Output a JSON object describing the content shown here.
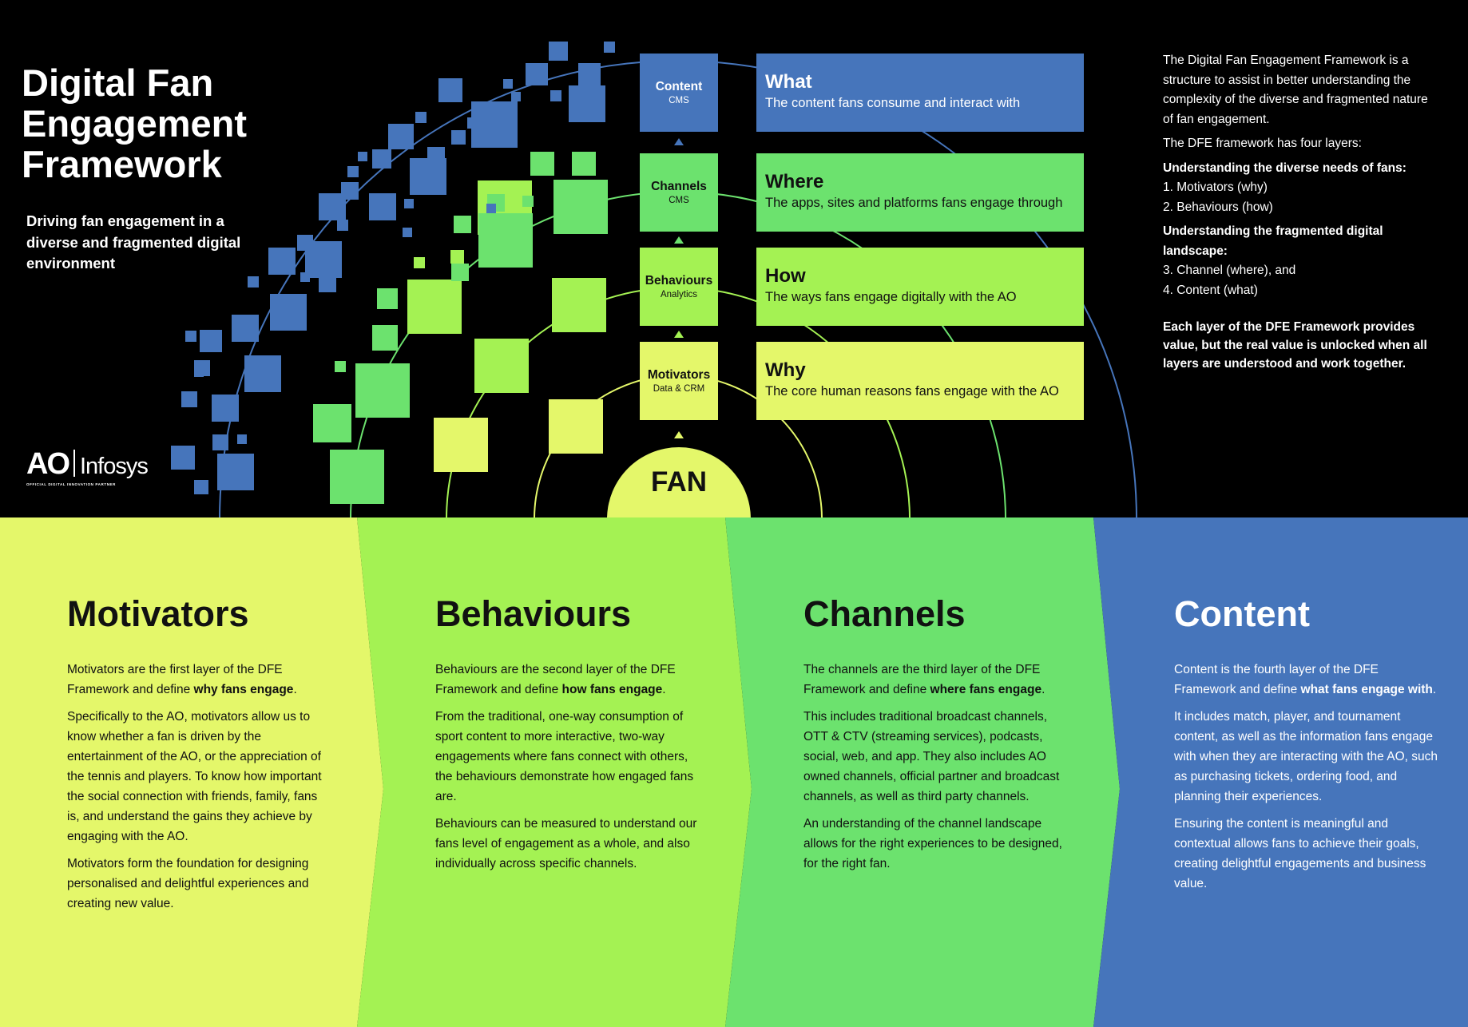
{
  "header": {
    "title": "Digital Fan Engagement Framework",
    "subtitle": "Driving fan engagement in a diverse and fragmented digital environment"
  },
  "logo": {
    "brand": "AO",
    "partner_name": "Infosys",
    "partner_tagline": "OFFICIAL DIGITAL INNOVATION PARTNER"
  },
  "colors": {
    "background": "#000000",
    "content_blue": "#4675bb",
    "channels_green": "#6ce26e",
    "behaviours_green": "#a4f253",
    "motivators_yellow": "#e4f76a"
  },
  "diagram": {
    "fan_label": "FAN",
    "layers": [
      {
        "name": "Content",
        "system": "CMS",
        "question": "What",
        "description": "The content fans consume and interact with"
      },
      {
        "name": "Channels",
        "system": "CMS",
        "question": "Where",
        "description": "The apps, sites and platforms fans engage through"
      },
      {
        "name": "Behaviours",
        "system": "Analytics",
        "question": "How",
        "description": "The ways fans engage digitally with the AO"
      },
      {
        "name": "Motivators",
        "system": "Data & CRM",
        "question": "Why",
        "description": "The core human reasons fans engage with the AO"
      }
    ]
  },
  "intro": {
    "p1": "The Digital Fan Engagement Framework is a structure to assist in better understanding the complexity of the diverse and fragmented nature of fan engagement.",
    "p2": "The DFE framework has four layers:",
    "h1": "Understanding the diverse needs of fans:",
    "l1": "1. Motivators (why)",
    "l2": "2. Behaviours (how)",
    "h2": "Understanding the fragmented digital landscape:",
    "l3": "3. Channel (where), and",
    "l4": "4. Content (what)",
    "closing": "Each layer of the DFE Framework provides value, but the real value is unlocked when all layers are understood and work together."
  },
  "panels": {
    "motivators": {
      "title": "Motivators",
      "p1_a": "Motivators are the first layer of the DFE Framework and define ",
      "p1_b": "why fans engage",
      "p1_c": ".",
      "p2": "Specifically to the AO, motivators allow us to know whether a fan is driven by the entertainment of the AO, or the appreciation of the tennis and players. To know how important the social connection with friends, family, fans is, and understand the gains they achieve by engaging with the AO.",
      "p3": "Motivators form the foundation for designing personalised and delightful experiences and creating new value."
    },
    "behaviours": {
      "title": "Behaviours",
      "p1_a": "Behaviours are the second layer of the DFE Framework and define ",
      "p1_b": "how fans engage",
      "p1_c": ".",
      "p2": "From the traditional, one-way consumption of sport content to more interactive, two-way engagements where fans connect with others, the behaviours demonstrate how engaged fans are.",
      "p3": "Behaviours can be measured to understand our fans level of engagement as a whole, and also individually across specific channels."
    },
    "channels": {
      "title": "Channels",
      "p1_a": "The channels are the third layer of the DFE Framework and define ",
      "p1_b": "where fans engage",
      "p1_c": ".",
      "p2": "This includes traditional broadcast channels, OTT & CTV (streaming services), podcasts, social, web, and app. They also includes AO owned channels, official partner and broadcast channels, as well as third party channels.",
      "p3": "An understanding of the channel landscape allows for the right experiences to be designed, for the right fan."
    },
    "content": {
      "title": "Content",
      "p1_a": "Content is the fourth layer of the DFE Framework and define ",
      "p1_b": "what fans engage with",
      "p1_c": ".",
      "p2": "It includes match, player, and tournament content, as well as the information fans engage with when they are interacting with the AO, such as purchasing tickets, ordering food, and planning their experiences.",
      "p3": "Ensuring the content is meaningful and contextual allows fans to achieve their goals, creating delightful engagements and business value."
    }
  }
}
